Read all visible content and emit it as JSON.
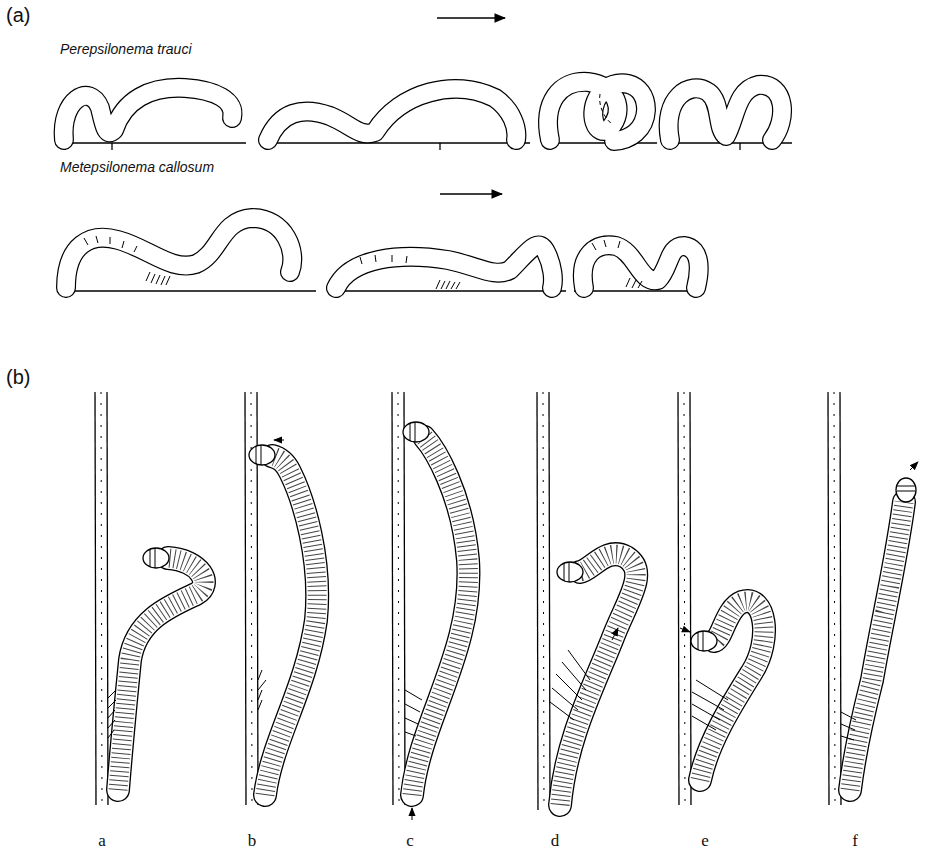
{
  "diagram": {
    "labels": [
      "(a)",
      "Perepsilonema trauci",
      "Metepsilonema callosum",
      "(b)",
      "a",
      "b",
      "c",
      "d",
      "e",
      "f"
    ]
  }
}
